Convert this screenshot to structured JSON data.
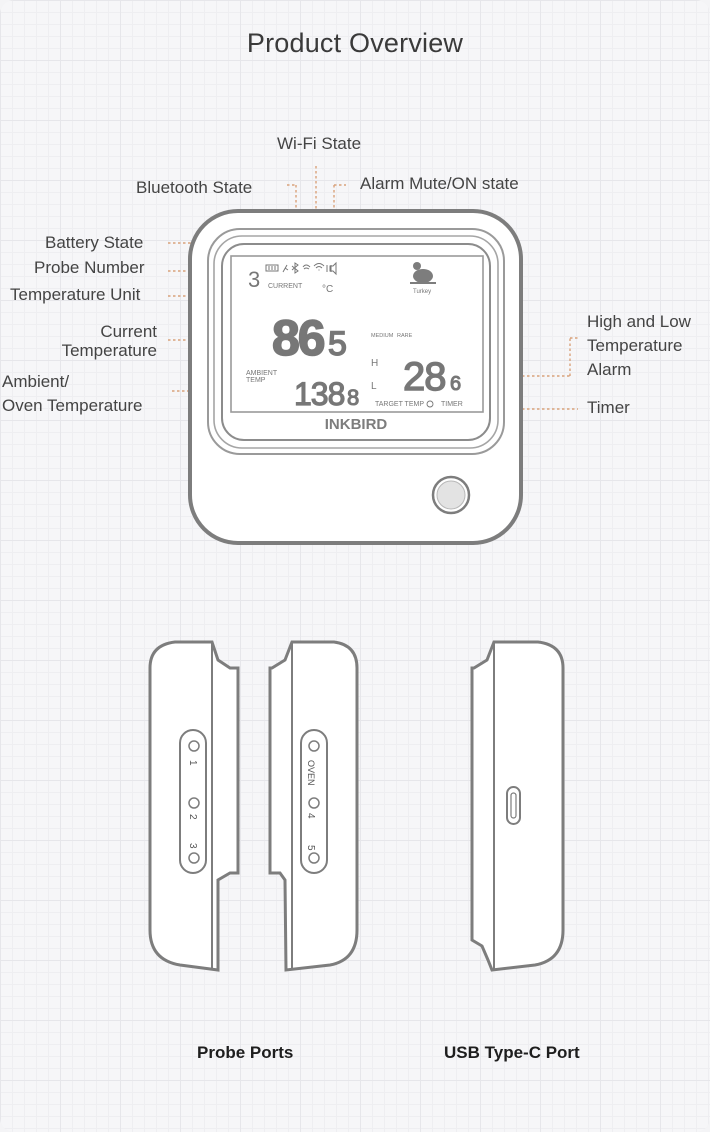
{
  "title": "Product Overview",
  "callouts": {
    "wifi_state": "Wi-Fi State",
    "bluetooth_state": "Bluetooth State",
    "alarm_state": "Alarm Mute/ON state",
    "battery_state": "Battery State",
    "probe_number": "Probe Number",
    "temperature_unit": "Temperature Unit",
    "current_temperature": [
      "Current",
      "Temperature"
    ],
    "ambient_temperature": [
      "Ambient/",
      "Oven Temperature"
    ],
    "high_low_alarm": [
      "High and Low",
      "Temperature",
      "Alarm"
    ],
    "timer": "Timer"
  },
  "lcd": {
    "probe_number": "3",
    "current_label": "CURRENT",
    "unit": "°C",
    "current_temp": "86",
    "current_temp_decimal": "5",
    "doneness_1": "MEDIUM",
    "doneness_2": "RARE",
    "food_label": "Turkey",
    "ambient_label_1": "AMBIENT",
    "ambient_label_2": "TEMP",
    "ambient_temp": "138",
    "ambient_temp_decimal": "8",
    "high_marker": "H",
    "low_marker": "L",
    "target_temp": "28",
    "target_temp_decimal": "6",
    "target_label": "TARGET TEMP",
    "timer_label": "TIMER",
    "brand": "INKBIRD"
  },
  "side_views": {
    "left_ports": [
      "1",
      "2",
      "3"
    ],
    "right_ports": [
      "OVEN",
      "4",
      "5"
    ],
    "probe_ports_label": "Probe Ports",
    "usb_label": "USB Type-C Port"
  },
  "colors": {
    "outline": "#7d7d7d",
    "leader": "#d9a27a",
    "text": "#444444"
  }
}
